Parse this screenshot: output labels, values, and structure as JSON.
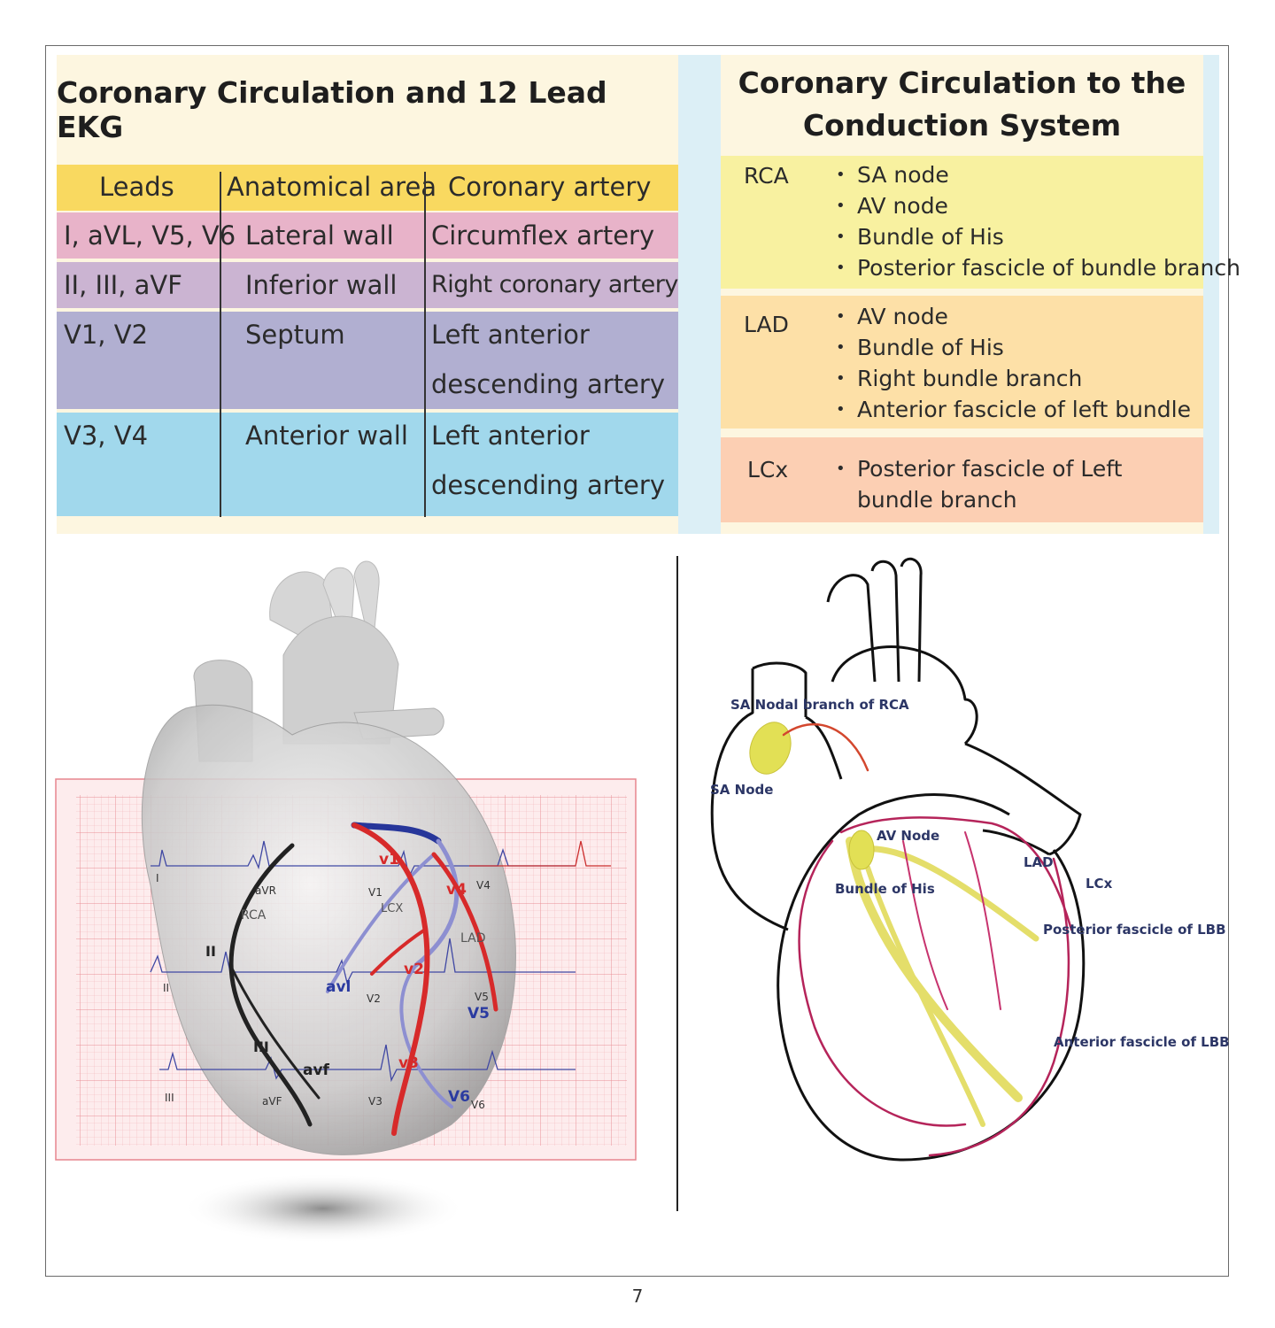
{
  "left_table": {
    "title": "Coronary Circulation and 12 Lead EKG",
    "headers": [
      "Leads",
      "Anatomical area",
      "Coronary artery"
    ],
    "rows": [
      {
        "leads": "I, aVL, V5, V6",
        "area": "Lateral wall",
        "artery": "Circumflex artery",
        "color": "#e8b3c9"
      },
      {
        "leads": "II, III, aVF",
        "area": "Inferior wall",
        "artery": "Right coronary artery",
        "color": "#cbb4d2"
      },
      {
        "leads": "V1, V2",
        "area": "Septum",
        "artery_line1": "Left anterior",
        "artery_line2": "descending artery",
        "color": "#b1afd1"
      },
      {
        "leads": "V3, V4",
        "area": "Anterior wall",
        "artery_line1": "Left anterior",
        "artery_line2": "descending artery",
        "color": "#a1d8ec"
      }
    ],
    "header_color": "#f9d960"
  },
  "right_table": {
    "title_line1": "Coronary Circulation to the",
    "title_line2": "Conduction System",
    "blocks": [
      {
        "label": "RCA",
        "color": "#f8f1a0",
        "items": [
          "SA node",
          "AV node",
          "Bundle of His",
          "Posterior fascicle of bundle branch"
        ]
      },
      {
        "label": "LAD",
        "color": "#fde0a7",
        "items": [
          "AV node",
          "Bundle of His",
          "Right bundle branch",
          "Anterior fascicle of left bundle"
        ]
      },
      {
        "label": "LCx",
        "color": "#fccfb3",
        "items": [
          "Posterior fascicle of  Left",
          "bundle branch"
        ]
      }
    ]
  },
  "left_diagram": {
    "lead_labels": [
      "I",
      "aVR",
      "V1",
      "V4",
      "II",
      "V2",
      "V5",
      "III",
      "aVF",
      "V3",
      "V6"
    ],
    "vessel_labels": [
      "RCA",
      "LCX",
      "LAD"
    ],
    "overlay_labels": [
      "v1",
      "v4",
      "v2",
      "v3",
      "avl",
      "V5",
      "V6",
      "avf",
      "II",
      "III"
    ]
  },
  "right_diagram": {
    "labels": [
      "SA Nodal branch of RCA",
      "SA Node",
      "AV Node",
      "Bundle of His",
      "LAD",
      "LCx",
      "Posterior fascicle of LBB",
      "Anterior fascicle of LBB"
    ]
  },
  "page_number": "7"
}
